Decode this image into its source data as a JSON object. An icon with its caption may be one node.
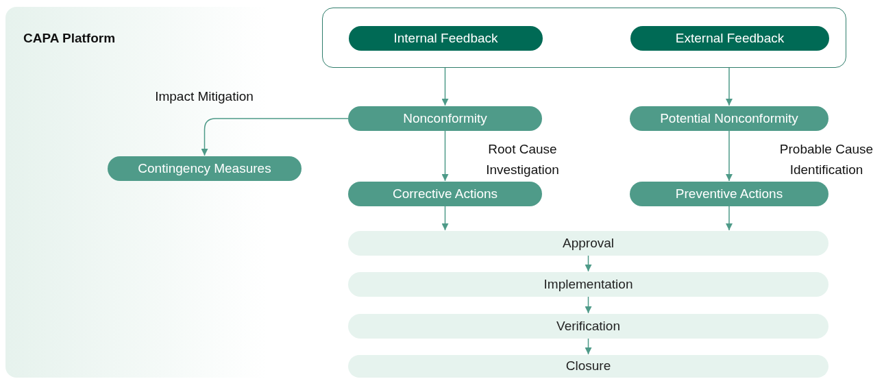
{
  "diagram": {
    "nodes": [
      {
        "text": [
          "CAPA Platform"
        ]
      },
      {
        "text": [],
        "shape": "box",
        "in": 0
      },
      {
        "text": [
          "Internal Feedback"
        ],
        "in": 1
      },
      {
        "text": [
          "External Feedback"
        ],
        "in": 1
      },
      {
        "text": [
          "Nonconformity"
        ],
        "in": 0
      },
      {
        "text": [
          "Potential Nonconformity"
        ],
        "in": 0
      },
      {
        "text": [
          "Contingency Measures"
        ],
        "in": 0
      },
      {
        "text": [
          "Corrective Actions"
        ],
        "in": 0
      },
      {
        "text": [
          "Preventive Actions"
        ],
        "in": 0
      },
      {
        "text": [
          "Approval"
        ],
        "in": 0
      },
      {
        "text": [
          "Implementation"
        ],
        "in": 0
      },
      {
        "text": [
          "Verification"
        ],
        "in": 0
      },
      {
        "text": [
          "Closure"
        ],
        "in": 0
      }
    ],
    "edges": [
      {
        "from": 1,
        "to": 4,
        "arrow": "to"
      },
      {
        "from": 1,
        "to": 5,
        "arrow": "to"
      },
      {
        "from": 4,
        "to": 6,
        "arrow": "to",
        "label": "Impact Mitigation"
      },
      {
        "from": 4,
        "to": 7,
        "arrow": "to",
        "label": "Root Cause Investigation"
      },
      {
        "from": 5,
        "to": 8,
        "arrow": "to",
        "label": "Probable Cause Identification"
      },
      {
        "from": 7,
        "to": 9,
        "arrow": "to"
      },
      {
        "from": 8,
        "to": 9,
        "arrow": "to"
      },
      {
        "from": 9,
        "to": 10,
        "arrow": "to"
      },
      {
        "from": 10,
        "to": 11,
        "arrow": "to"
      },
      {
        "from": 11,
        "to": 12,
        "arrow": "to"
      }
    ]
  }
}
